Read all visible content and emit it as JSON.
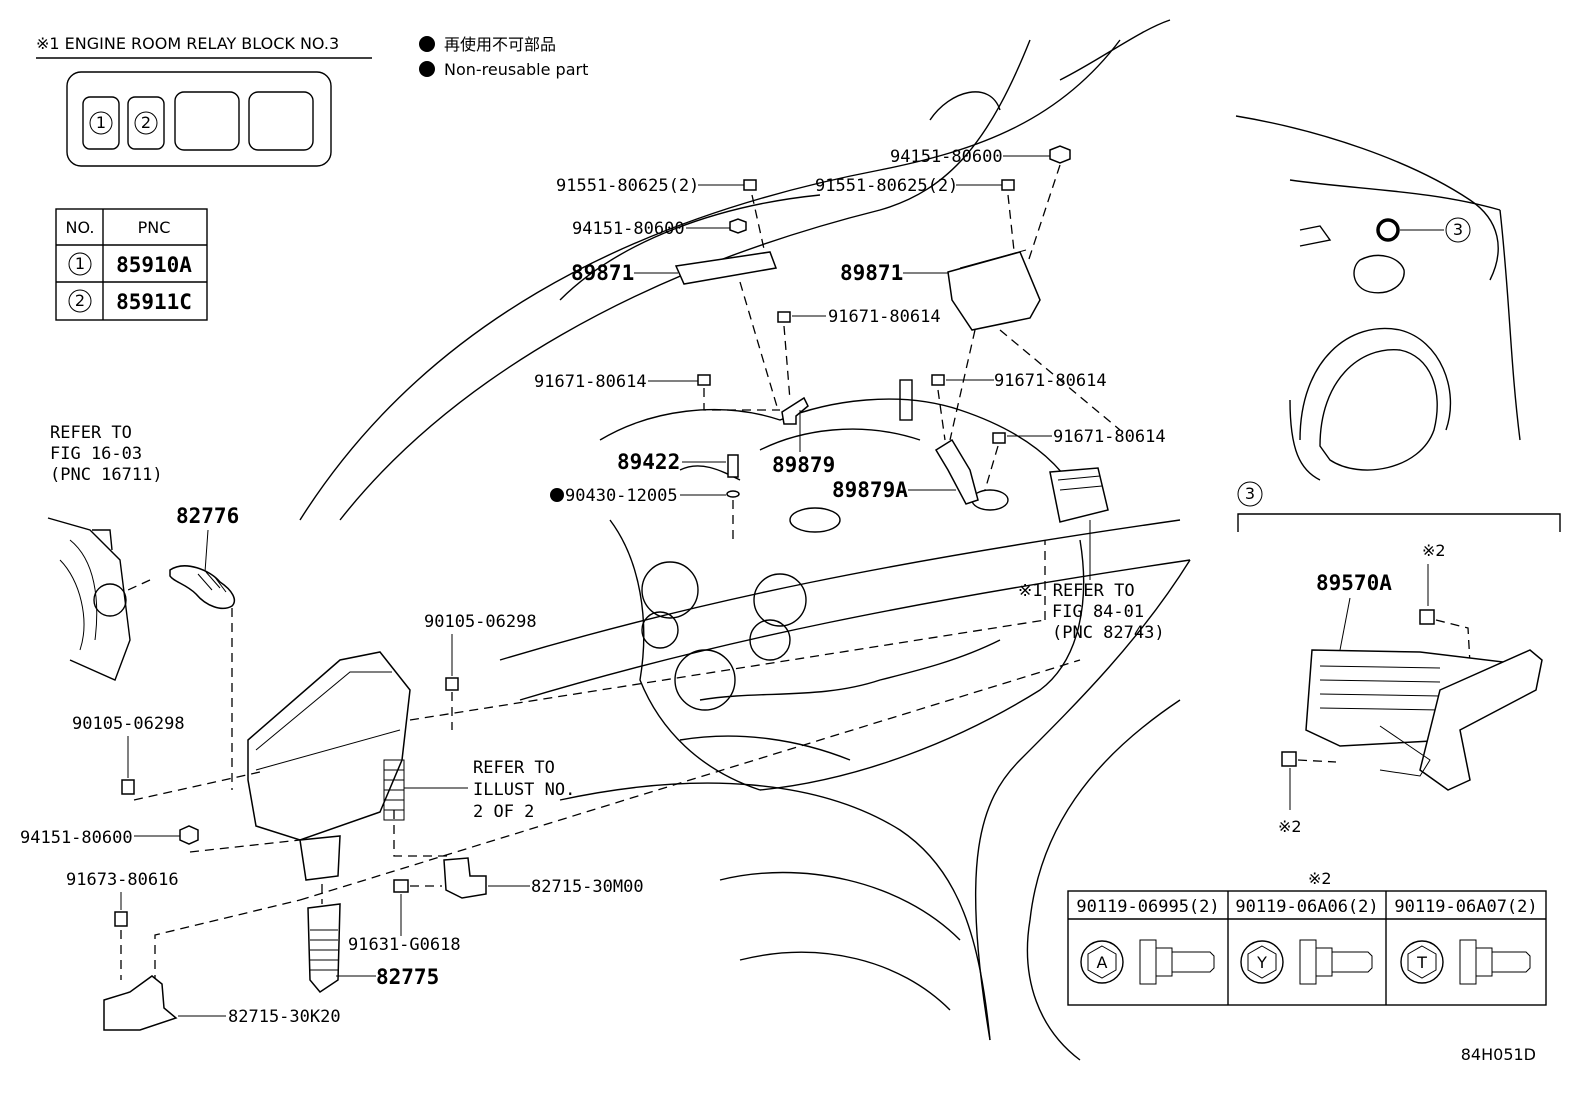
{
  "relay_block": {
    "title": "※1 ENGINE ROOM RELAY BLOCK NO.3",
    "slot1": "1",
    "slot2": "2"
  },
  "legend": {
    "jp": "再使用不可部品",
    "en": "Non-reusable part"
  },
  "pnc_table": {
    "headers": [
      "NO.",
      "PNC"
    ],
    "rows": [
      {
        "no": "1",
        "pnc": "85910A"
      },
      {
        "no": "2",
        "pnc": "85911C"
      }
    ]
  },
  "refs": {
    "fig16": [
      "REFER TO",
      "FIG 16-03",
      "(PNC 16711)"
    ],
    "fig84": [
      "※1 REFER TO",
      "FIG 84-01",
      "(PNC 82743)"
    ],
    "illust": [
      "REFER TO",
      "ILLUST NO.",
      "2 OF 2"
    ]
  },
  "parts": {
    "p94151_top": "94151-80600",
    "p91551_a": "91551-80625(2)",
    "p91551_b": "91551-80625(2)",
    "p94151_mid": "94151-80600",
    "p89871_a": "89871",
    "p89871_b": "89871",
    "p91671_a": "91671-80614",
    "p91671_b": "91671-80614",
    "p91671_c": "91671-80614",
    "p91671_d": "91671-80614",
    "p89422": "89422",
    "p89879": "89879",
    "p89879a": "89879A",
    "p90430": "90430-12005",
    "p82776": "82776",
    "p90105_a": "90105-06298",
    "p90105_b": "90105-06298",
    "p94151_low": "94151-80600",
    "p91673": "91673-80616",
    "p82715_30m": "82715-30M00",
    "p91631": "91631-G0618",
    "p82775": "82775",
    "p82715_30k": "82715-30K20",
    "p89570a": "89570A"
  },
  "callout3": "3",
  "note2": "※2",
  "bolt_table": {
    "note": "※2",
    "headers": [
      "90119-06995(2)",
      "90119-06A06(2)",
      "90119-06A07(2)"
    ],
    "marks": [
      "A",
      "Y",
      "T"
    ]
  },
  "figure_id": "84H051D"
}
